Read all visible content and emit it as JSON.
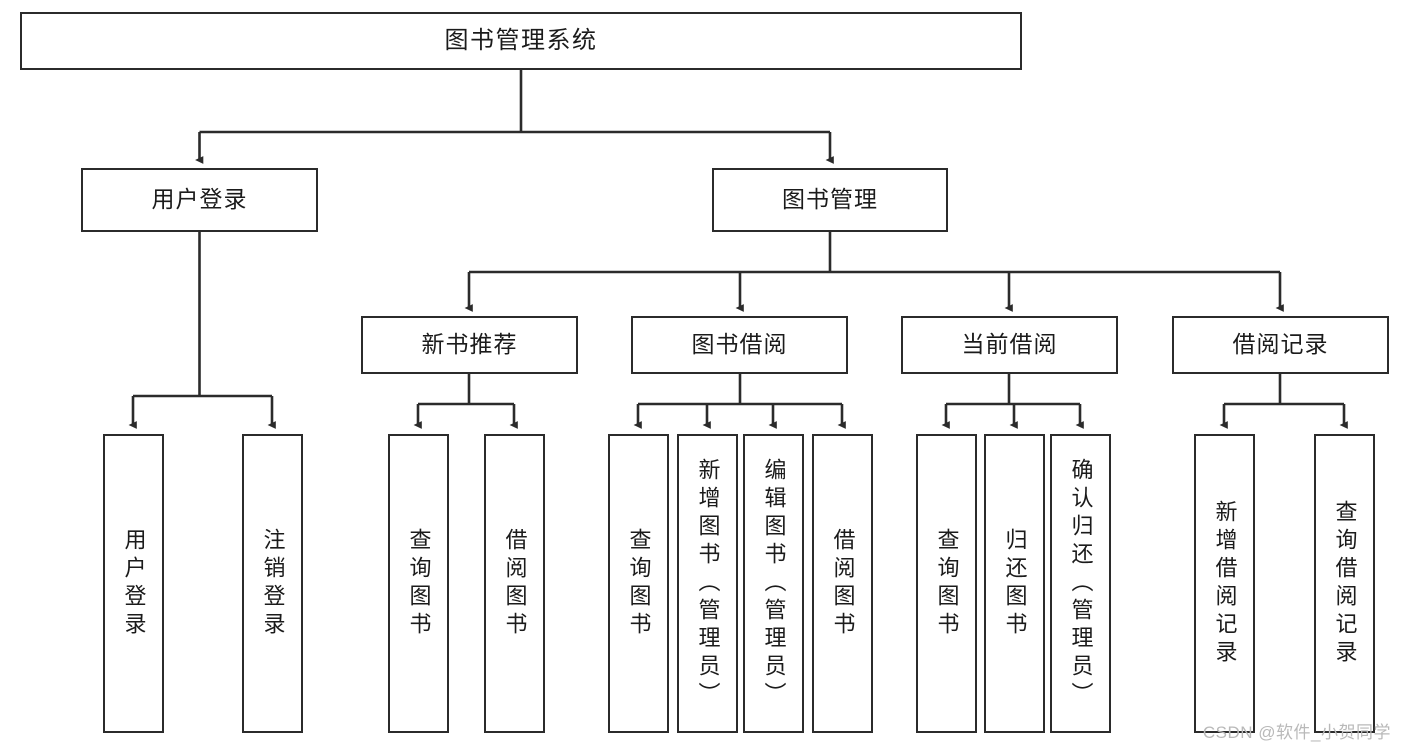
{
  "diagram": {
    "title": "图书管理系统",
    "type": "tree",
    "colors": {
      "box_border": "#2b2b2b",
      "box_fill": "#ffffff",
      "link": "#2b2b2b",
      "text": "#1b1b1b",
      "watermark": "#b9b9b9",
      "background": "#ffffff"
    },
    "nodes": {
      "root": {
        "label": "图书管理系统"
      },
      "level2": [
        {
          "label": "用户登录"
        },
        {
          "label": "图书管理"
        }
      ],
      "level3": [
        {
          "label": "新书推荐"
        },
        {
          "label": "图书借阅"
        },
        {
          "label": "当前借阅"
        },
        {
          "label": "借阅记录"
        }
      ],
      "leaves_user_login": [
        {
          "label": "用户登录"
        },
        {
          "label": "注销登录"
        }
      ],
      "leaves_new_book": [
        {
          "label": "查询图书"
        },
        {
          "label": "借阅图书"
        }
      ],
      "leaves_borrow": [
        {
          "label": "查询图书"
        },
        {
          "label": "新增图书（管理员）"
        },
        {
          "label": "编辑图书（管理员）"
        },
        {
          "label": "借阅图书"
        }
      ],
      "leaves_current": [
        {
          "label": "查询图书"
        },
        {
          "label": "归还图书"
        },
        {
          "label": "确认归还（管理员）"
        }
      ],
      "leaves_record": [
        {
          "label": "新增借阅记录"
        },
        {
          "label": "查询借阅记录"
        }
      ]
    },
    "watermark": "CSDN @软件_小贺同学"
  }
}
